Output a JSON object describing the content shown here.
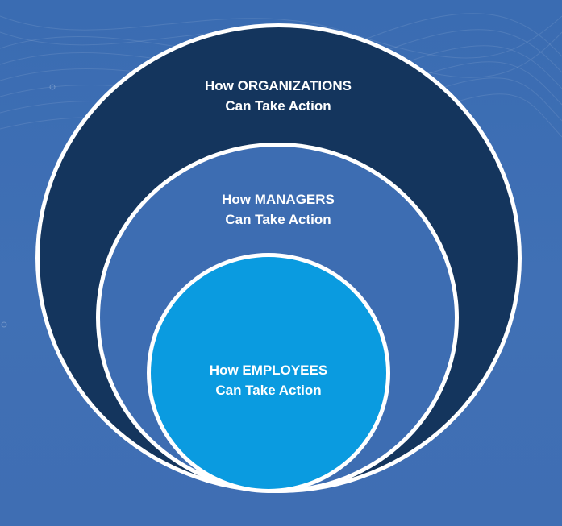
{
  "diagram": {
    "colors": {
      "background": "#3f6fb4",
      "organizations_circle": "#14355d",
      "managers_circle": "#3d6db2",
      "employees_circle": "#0a9be0",
      "border": "#ffffff",
      "text": "#ffffff"
    },
    "organizations": {
      "line1": "How ORGANIZATIONS",
      "line2": "Can Take Action"
    },
    "managers": {
      "line1": "How MANAGERS",
      "line2": "Can Take Action"
    },
    "employees": {
      "line1": "How EMPLOYEES",
      "line2": "Can Take Action"
    }
  }
}
